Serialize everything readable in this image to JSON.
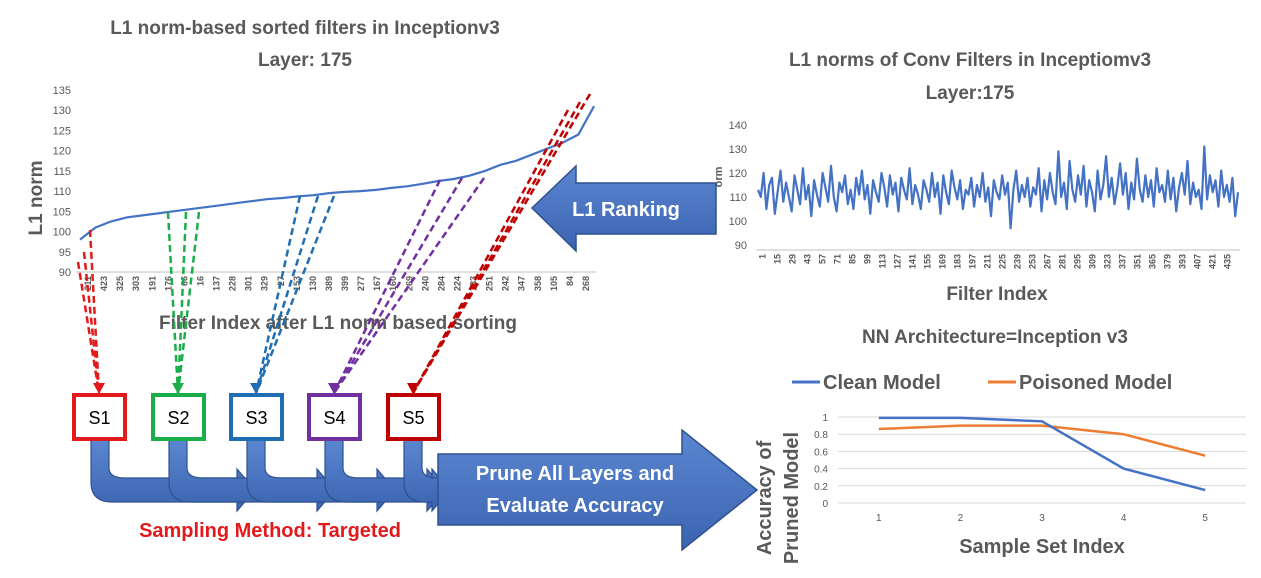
{
  "colors": {
    "series_blue": "#4472C4",
    "clean": "#4472C4",
    "poisoned": "#ED7D31",
    "s1": "#E31A1C",
    "s2": "#1AAE4A",
    "s3": "#1F6DB3",
    "s4": "#7030A0",
    "s5": "#C00000",
    "sampling_text": "#E31A1C",
    "title_text": "#404040"
  },
  "sorted_chart": {
    "title_line1": "L1 norm-based sorted filters in Inceptionv3",
    "title_line2": "Layer: 175",
    "ylabel": "L1 norm",
    "xlabel": "Filter Index after L1 norm based sorting",
    "yticks": [
      "90",
      "95",
      "100",
      "105",
      "110",
      "115",
      "120",
      "125",
      "130",
      "135"
    ],
    "xticks": [
      "211",
      "423",
      "325",
      "303",
      "191",
      "176",
      "66",
      "16",
      "137",
      "228",
      "301",
      "329",
      "27",
      "153",
      "130",
      "389",
      "399",
      "277",
      "167",
      "160",
      "269",
      "240",
      "284",
      "224",
      "183",
      "251",
      "242",
      "347",
      "358",
      "105",
      "84",
      "268"
    ]
  },
  "raw_chart": {
    "title_line1": "L1 norms of Conv Filters in Inceptiomv3",
    "title_line2": "Layer:175",
    "ylabel": "orm",
    "xlabel": "Filter Index",
    "yticks": [
      "90",
      "100",
      "110",
      "120",
      "130",
      "140"
    ],
    "xticks": [
      "1",
      "15",
      "29",
      "43",
      "57",
      "71",
      "85",
      "99",
      "113",
      "127",
      "141",
      "155",
      "169",
      "183",
      "197",
      "211",
      "225",
      "239",
      "253",
      "267",
      "281",
      "295",
      "309",
      "323",
      "337",
      "351",
      "365",
      "379",
      "393",
      "407",
      "421",
      "435"
    ]
  },
  "ranking_arrow_label": "L1 Ranking",
  "sample_sets": [
    "S1",
    "S2",
    "S3",
    "S4",
    "S5"
  ],
  "prune_arrow_label_line1": "Prune All Layers and",
  "prune_arrow_label_line2": "Evaluate Accuracy",
  "sampling_method": "Sampling Method: Targeted",
  "chart_data": [
    {
      "type": "line",
      "title": "L1 norm-based sorted filters in Inceptionv3 Layer: 175",
      "xlabel": "Filter Index after L1 norm based sorting",
      "ylabel": "L1 norm",
      "ylim": [
        90,
        135
      ],
      "grid": false,
      "x_tick_labels": [
        "211",
        "423",
        "325",
        "303",
        "191",
        "176",
        "66",
        "16",
        "137",
        "228",
        "301",
        "329",
        "27",
        "153",
        "130",
        "389",
        "399",
        "277",
        "167",
        "160",
        "269",
        "240",
        "284",
        "224",
        "183",
        "251",
        "242",
        "347",
        "358",
        "105",
        "84",
        "268"
      ],
      "series": [
        {
          "values": [
            98,
            101,
            102.5,
            103.5,
            104,
            104.5,
            105,
            105.5,
            106,
            106.5,
            107,
            107.5,
            108,
            108.3,
            108.7,
            109,
            109.5,
            109.8,
            110,
            110.3,
            110.8,
            111.2,
            111.8,
            112.5,
            113,
            113.8,
            115,
            116.5,
            117.5,
            119,
            120.5,
            122,
            124,
            131
          ]
        }
      ]
    },
    {
      "type": "line",
      "title": "L1 norms of Conv Filters in Inceptiomv3 Layer:175",
      "xlabel": "Filter Index",
      "ylabel": "orm",
      "ylim": [
        90,
        140
      ],
      "grid": false,
      "x_tick_labels": [
        "1",
        "15",
        "29",
        "43",
        "57",
        "71",
        "85",
        "99",
        "113",
        "127",
        "141",
        "155",
        "169",
        "183",
        "197",
        "211",
        "225",
        "239",
        "253",
        "267",
        "281",
        "295",
        "309",
        "323",
        "337",
        "351",
        "365",
        "379",
        "393",
        "407",
        "421",
        "435"
      ],
      "series": [
        {
          "values": [
            113,
            110,
            120,
            105,
            115,
            118,
            103,
            112,
            121,
            108,
            116,
            110,
            104,
            119,
            113,
            107,
            122,
            109,
            115,
            102,
            117,
            111,
            106,
            120,
            114,
            108,
            123,
            110,
            104,
            116,
            112,
            119,
            107,
            113,
            105,
            118,
            111,
            121,
            109,
            115,
            103,
            117,
            112,
            108,
            120,
            114,
            106,
            119,
            111,
            116,
            104,
            118,
            113,
            109,
            122,
            107,
            115,
            111,
            105,
            117,
            113,
            108,
            120,
            110,
            116,
            103,
            119,
            112,
            107,
            121,
            114,
            109,
            117,
            105,
            113,
            111,
            118,
            106,
            115,
            110,
            120,
            108,
            114,
            102,
            117,
            112,
            109,
            119,
            111,
            116,
            97,
            113,
            121,
            108,
            115,
            110,
            118,
            106,
            114,
            111,
            122,
            104,
            117,
            109,
            120,
            112,
            107,
            129,
            110,
            116,
            105,
            125,
            113,
            108,
            119,
            111,
            123,
            106,
            117,
            112,
            104,
            121,
            109,
            115,
            127,
            110,
            118,
            107,
            114,
            124,
            111,
            120,
            105,
            116,
            109,
            126,
            113,
            108,
            119,
            110,
            117,
            106,
            122,
            112,
            115,
            108,
            121,
            109,
            118,
            104,
            114,
            120,
            111,
            125,
            107,
            116,
            110,
            113,
            105,
            131,
            109,
            119,
            112,
            117,
            106,
            121,
            110,
            115,
            108,
            118,
            102,
            112
          ]
        }
      ]
    },
    {
      "type": "line",
      "title": "NN Architecture=Inception v3",
      "xlabel": "Sample Set Index",
      "ylabel": "Accuracy of Pruned Model",
      "ylim": [
        0,
        1
      ],
      "grid": true,
      "legend": "top",
      "categories": [
        "1",
        "2",
        "3",
        "4",
        "5"
      ],
      "y_tick_labels": [
        "0",
        "0.2",
        "0.4",
        "0.6",
        "0.8",
        "1"
      ],
      "series": [
        {
          "name": "Clean Model",
          "values": [
            0.99,
            0.99,
            0.95,
            0.4,
            0.15
          ]
        },
        {
          "name": "Poisoned Model",
          "values": [
            0.86,
            0.9,
            0.9,
            0.8,
            0.55
          ]
        }
      ]
    }
  ]
}
